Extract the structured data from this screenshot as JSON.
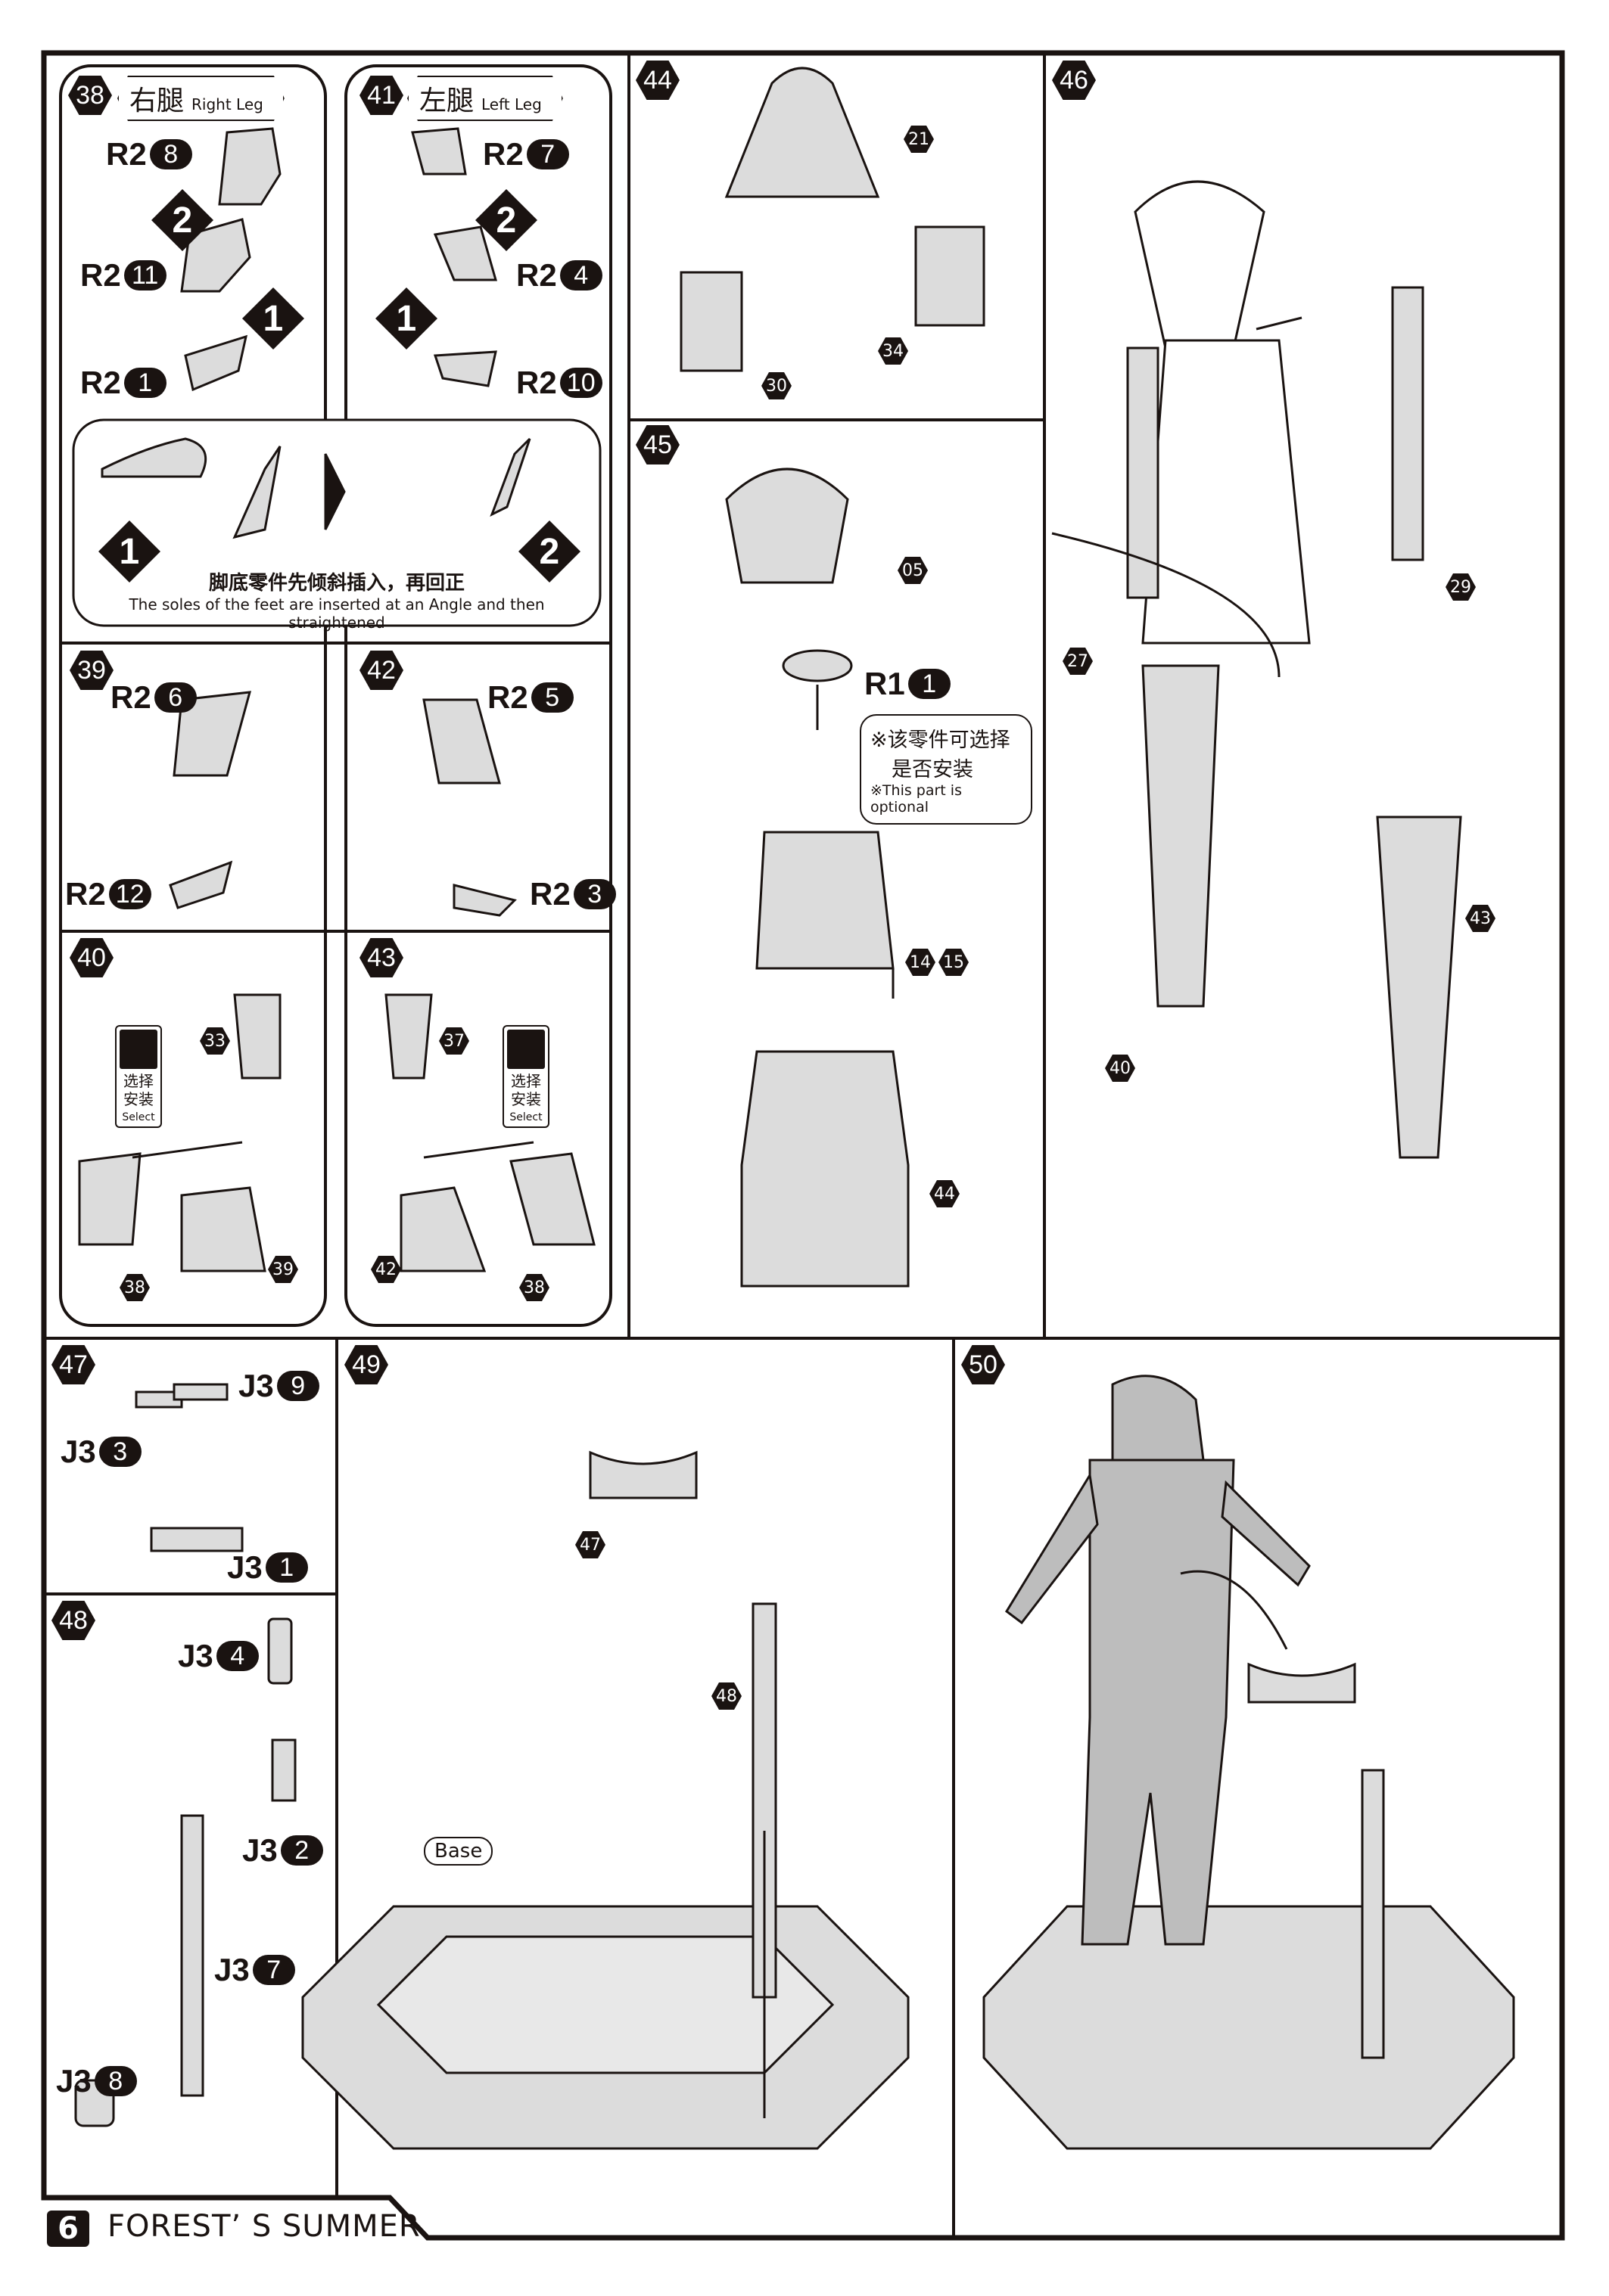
{
  "footer": {
    "page_number": "6",
    "title": "FOREST’ S SUMMER"
  },
  "steps": {
    "s38": {
      "number": "38",
      "title_cn": "右腿",
      "title_en": "Right Leg"
    },
    "s41": {
      "number": "41",
      "title_cn": "左腿",
      "title_en": "Left Leg"
    },
    "s39": {
      "number": "39"
    },
    "s42": {
      "number": "42"
    },
    "s40": {
      "number": "40"
    },
    "s43": {
      "number": "43"
    },
    "s44": {
      "number": "44"
    },
    "s45": {
      "number": "45"
    },
    "s46": {
      "number": "46"
    },
    "s47": {
      "number": "47"
    },
    "s48": {
      "number": "48"
    },
    "s49": {
      "number": "49"
    },
    "s50": {
      "number": "50"
    }
  },
  "callouts": [
    {
      "runner": "R2",
      "num": "8"
    },
    {
      "runner": "R2",
      "num": "11"
    },
    {
      "runner": "R2",
      "num": "1"
    },
    {
      "runner": "R2",
      "num": "7"
    },
    {
      "runner": "R2",
      "num": "4"
    },
    {
      "runner": "R2",
      "num": "10"
    },
    {
      "runner": "R2",
      "num": "6"
    },
    {
      "runner": "R2",
      "num": "12"
    },
    {
      "runner": "R2",
      "num": "5"
    },
    {
      "runner": "R2",
      "num": "3"
    },
    {
      "runner": "R1",
      "num": "1"
    },
    {
      "runner": "J3",
      "num": "9"
    },
    {
      "runner": "J3",
      "num": "3"
    },
    {
      "runner": "J3",
      "num": "1"
    },
    {
      "runner": "J3",
      "num": "4"
    },
    {
      "runner": "J3",
      "num": "2"
    },
    {
      "runner": "J3",
      "num": "7"
    },
    {
      "runner": "J3",
      "num": "8"
    }
  ],
  "diamonds": [
    "2",
    "1",
    "2",
    "1",
    "1",
    "2"
  ],
  "tags": [
    "33",
    "38",
    "39",
    "37",
    "42",
    "38",
    "21",
    "30",
    "34",
    "05",
    "14",
    "15",
    "44",
    "29",
    "27",
    "43",
    "40",
    "47",
    "48"
  ],
  "insert_note": {
    "cn": "脚底零件先倾斜插入，再回正",
    "en": "The soles of the feet are inserted at an Angle and then straightened"
  },
  "select_label": {
    "cn1": "选择",
    "cn2": "安装",
    "en": "Select"
  },
  "optional_note": {
    "cn1": "※该零件可选择",
    "cn2": "是否安装",
    "en": "※This part is optional"
  },
  "base_label": "Base"
}
